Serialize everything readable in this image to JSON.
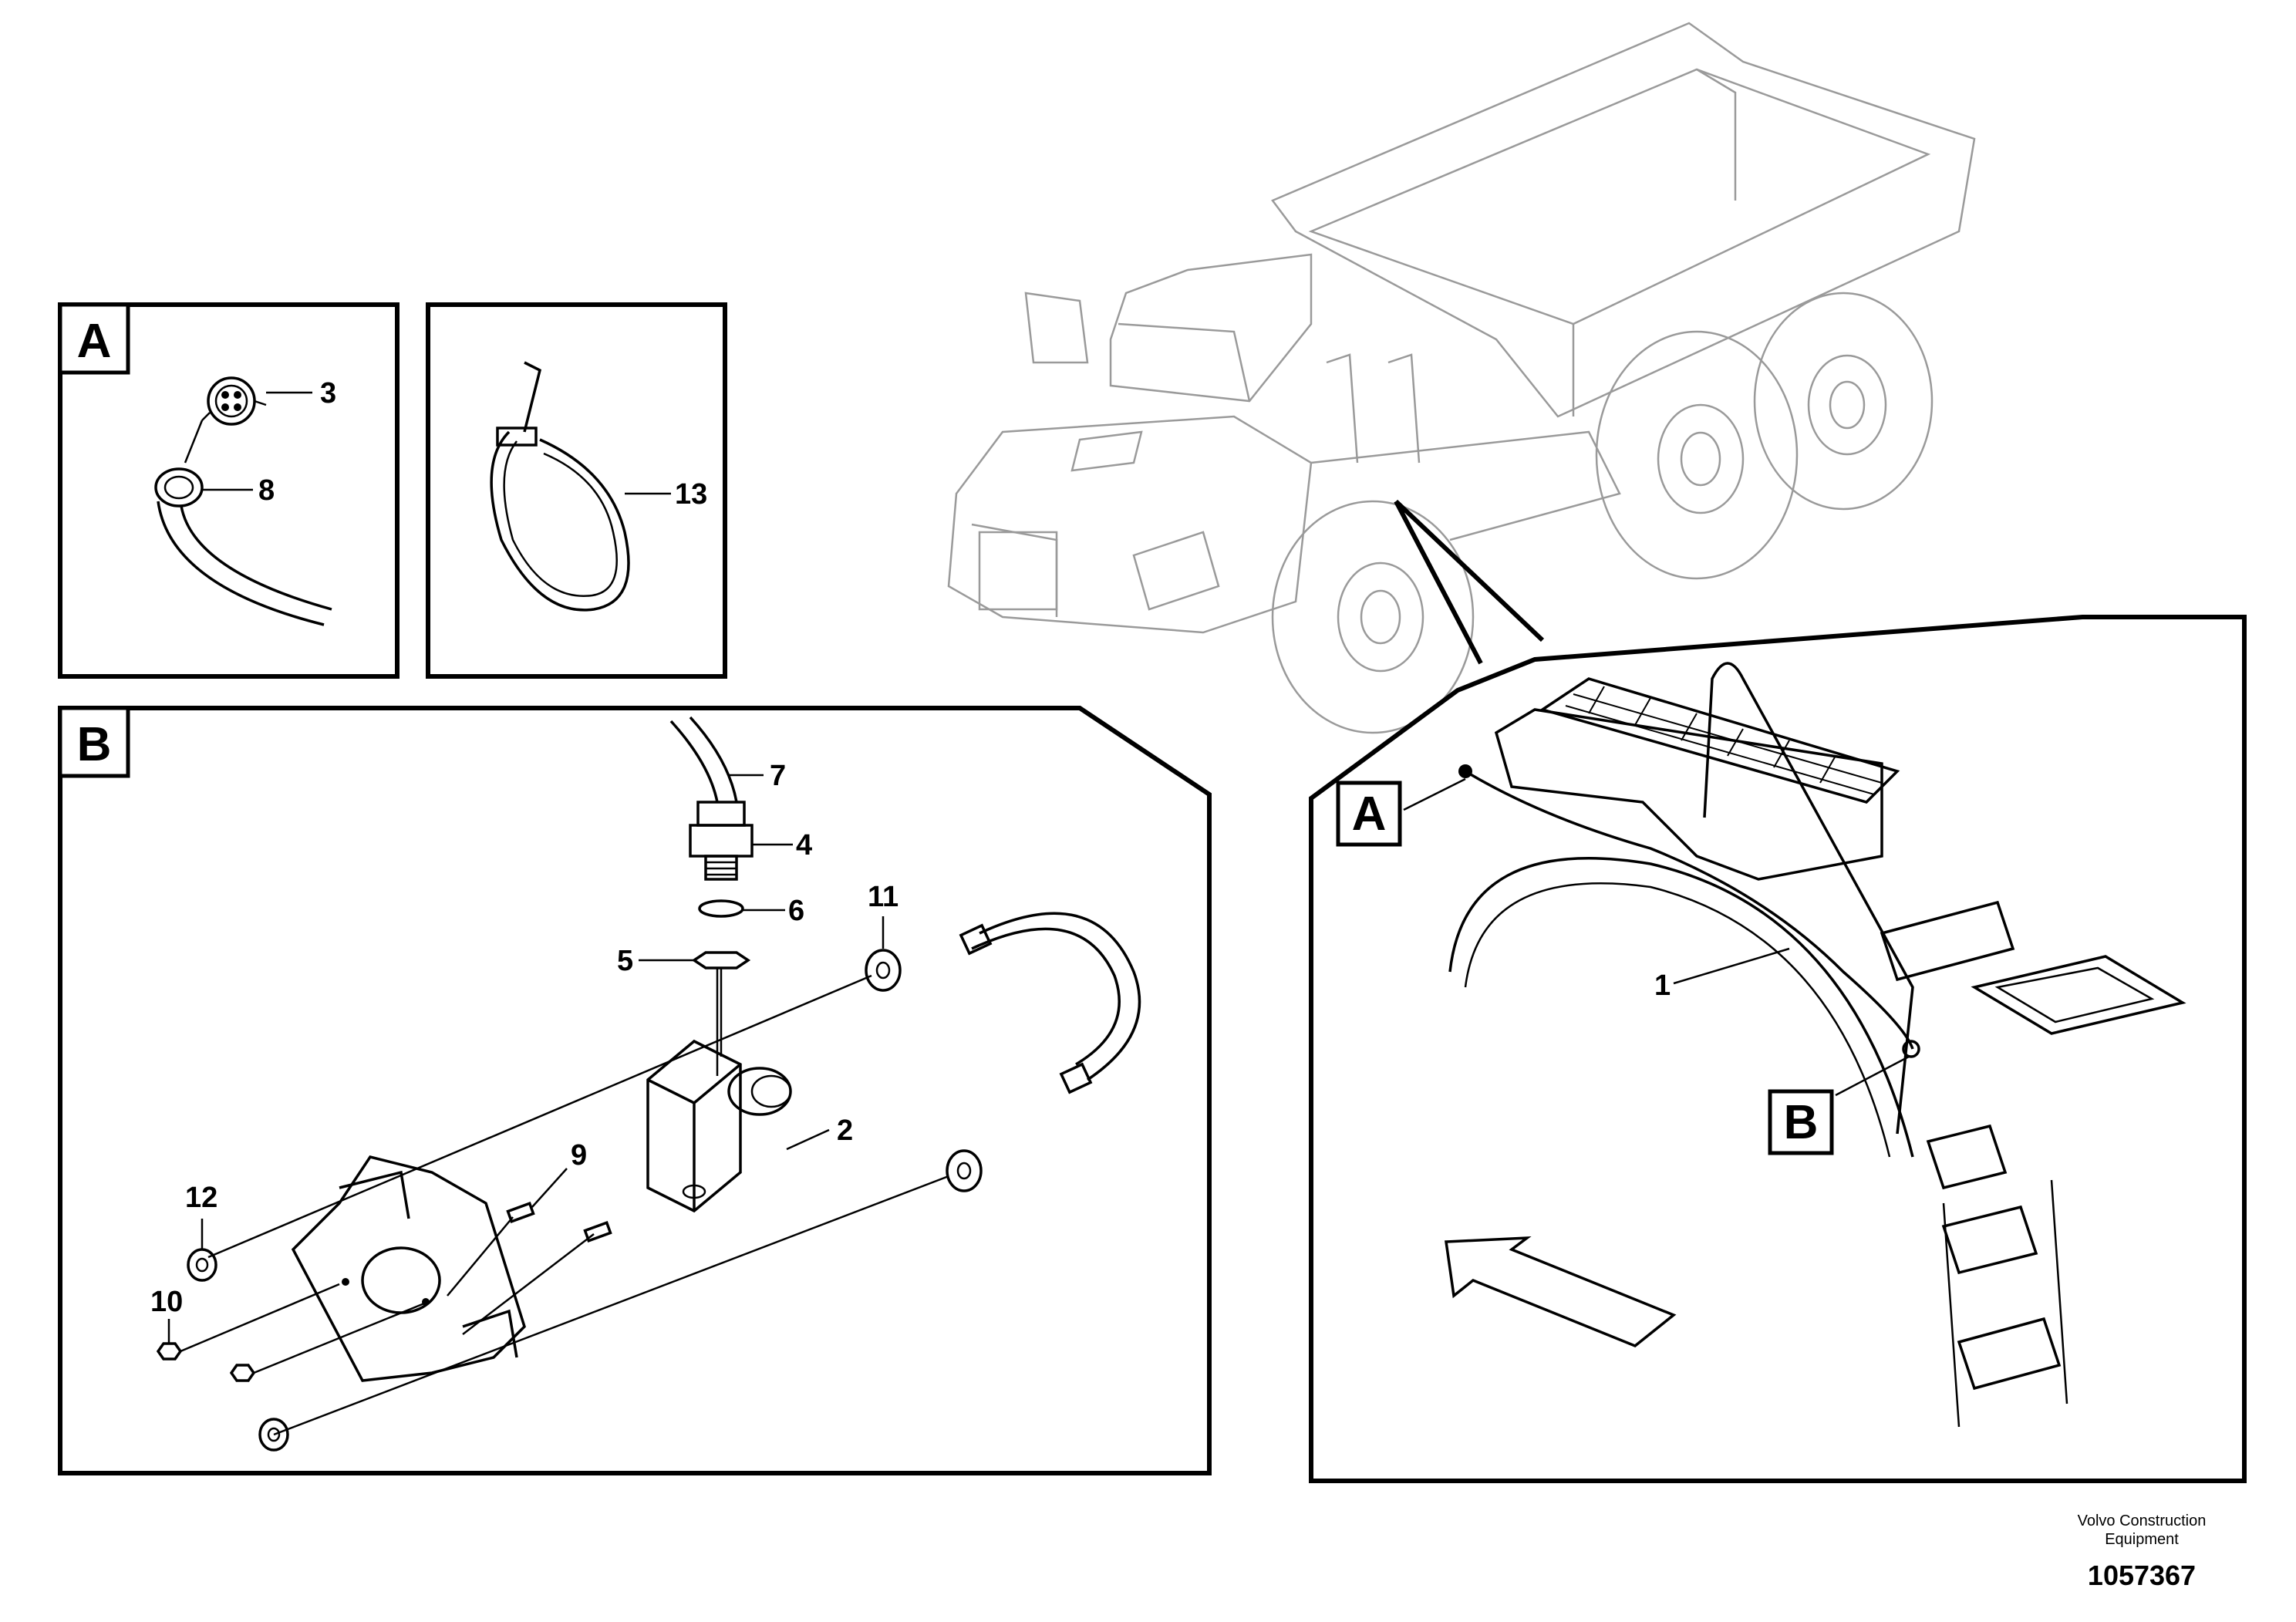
{
  "views": {
    "a": {
      "label": "A"
    },
    "b": {
      "label": "B"
    },
    "detail_a_tag": "A",
    "detail_b_tag": "B"
  },
  "callouts": {
    "c1": "1",
    "c2": "2",
    "c3": "3",
    "c4": "4",
    "c5": "5",
    "c6": "6",
    "c7": "7",
    "c8": "8",
    "c9": "9",
    "c10": "10",
    "c11": "11",
    "c12": "12",
    "c13": "13"
  },
  "footer": {
    "brand_line1": "Volvo Construction",
    "brand_line2": "Equipment",
    "doc_number": "1057367"
  }
}
